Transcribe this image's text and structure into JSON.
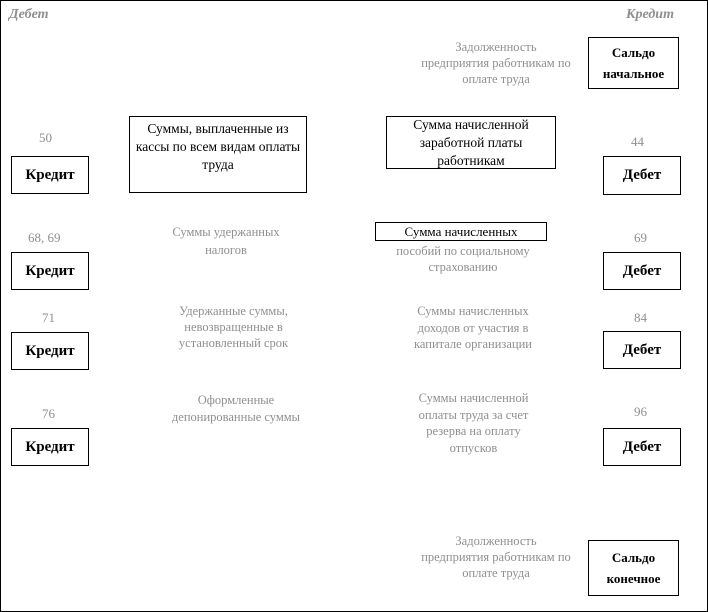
{
  "headers": {
    "left": "Дебет",
    "right": "Кредит"
  },
  "opening_balance": {
    "label": "Сальдо начальное",
    "description": "Задолженность предприятия работникам по оплате труда"
  },
  "closing_balance": {
    "label": "Сальдо конечное",
    "description": "Задолженность предприятия работникам по оплате труда"
  },
  "debit_side": {
    "rows": [
      {
        "account": "50",
        "side_label": "Кредит",
        "description": "Суммы, выплаченные из кассы по всем видам оплаты труда"
      },
      {
        "account": "68, 69",
        "side_label": "Кредит",
        "description": "Суммы удержанных налогов"
      },
      {
        "account": "71",
        "side_label": "Кредит",
        "description": "Удержанные суммы, невозвращенные в установленный срок"
      },
      {
        "account": "76",
        "side_label": "Кредит",
        "description": "Оформленные депонированные суммы"
      }
    ]
  },
  "credit_side": {
    "rows": [
      {
        "account": "44",
        "side_label": "Дебет",
        "description": "Сумма начисленной заработной платы работникам"
      },
      {
        "account": "69",
        "side_label": "Дебет",
        "description_boxed": "Сумма начисленных",
        "description_rest": "пособий по социальному страхованию"
      },
      {
        "account": "84",
        "side_label": "Дебет",
        "description": "Суммы начисленных доходов от участия в капитале организации"
      },
      {
        "account": "96",
        "side_label": "Дебет",
        "description": "Суммы начисленной оплаты труда за счет резерва на оплату отпусков"
      }
    ]
  }
}
